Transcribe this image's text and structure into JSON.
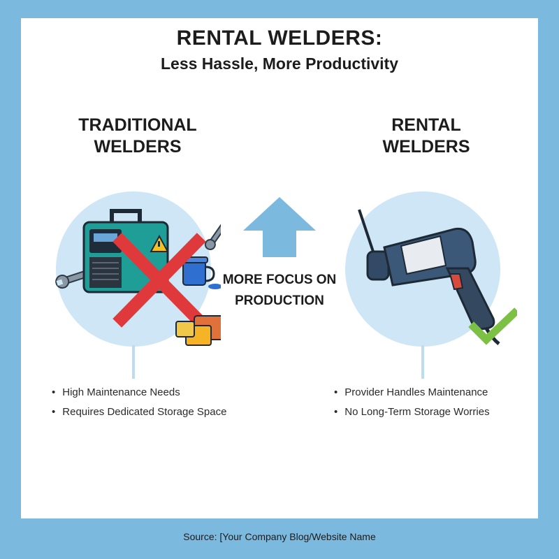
{
  "header": {
    "title": "RENTAL WELDERS:",
    "subtitle": "Less Hassle, More Productivity"
  },
  "traditional": {
    "heading_line1": "TRADITIONAL",
    "heading_line2": "WELDERS",
    "bullets": [
      "High Maintenance Needs",
      "Requires Dedicated Storage Space"
    ],
    "mark_icon": "red-x-icon"
  },
  "rental": {
    "heading_line1": "RENTAL",
    "heading_line2": "WELDERS",
    "bullets": [
      "Provider Handles Maintenance",
      "No Long-Term Storage Worries"
    ],
    "mark_icon": "green-check-icon"
  },
  "center": {
    "line1": "MORE FOCUS ON",
    "line2": "PRODUCTION",
    "icon": "up-arrow-icon"
  },
  "footer": {
    "source": "Source: [Your Company Blog/Website Name"
  },
  "colors": {
    "border_blue": "#7cb9df",
    "circle_fill": "#cfe6f6",
    "arrow_blue": "#7cb9df",
    "cross_red": "#e0393b",
    "check_green": "#7cc144",
    "welder_teal": "#1e9e96"
  }
}
